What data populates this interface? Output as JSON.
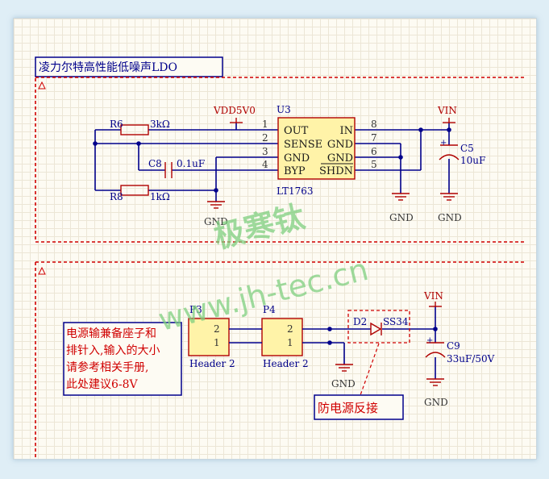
{
  "section1": {
    "title": "凌力尔特高性能低噪声LDO"
  },
  "section2": {
    "note_lines": [
      "电源输兼备座子和",
      "排针入,输入的大小",
      "请参考相关手册,",
      "此处建议6-8V"
    ],
    "protect_label": "防电源反接"
  },
  "watermark": {
    "brand": "极寒钛",
    "url": "www.jh-tec.cn"
  },
  "u3": {
    "ref": "U3",
    "part": "LT1763",
    "left_pins": [
      {
        "num": "1",
        "name": "OUT"
      },
      {
        "num": "2",
        "name": "SENSE"
      },
      {
        "num": "3",
        "name": "GND"
      },
      {
        "num": "4",
        "name": "BYP"
      }
    ],
    "right_pins": [
      {
        "num": "8",
        "name": "IN"
      },
      {
        "num": "7",
        "name": "GND"
      },
      {
        "num": "6",
        "name": "GND"
      },
      {
        "num": "5",
        "name": "SHDN"
      }
    ]
  },
  "parts": {
    "r6": {
      "ref": "R6",
      "value": "3kΩ"
    },
    "r8": {
      "ref": "R8",
      "value": "1kΩ"
    },
    "c8": {
      "ref": "C8",
      "value": "0.1uF"
    },
    "c5": {
      "ref": "C5",
      "value": "10uF"
    },
    "c9": {
      "ref": "C9",
      "value": "33uF/50V"
    },
    "d2": {
      "ref": "D2",
      "value": "SS34"
    },
    "p3": {
      "ref": "P3",
      "name": "Header 2",
      "pins": [
        "2",
        "1"
      ]
    },
    "p4": {
      "ref": "P4",
      "name": "Header 2",
      "pins": [
        "2",
        "1"
      ]
    }
  },
  "nets": {
    "vdd": "VDD5V0",
    "vin": "VIN",
    "gnd": "GND",
    "plus": "+"
  },
  "colors": {
    "wire": "#00008b",
    "component": "#b00000",
    "frame_dash": "#d00000",
    "watermark": "#7fcf7f"
  }
}
